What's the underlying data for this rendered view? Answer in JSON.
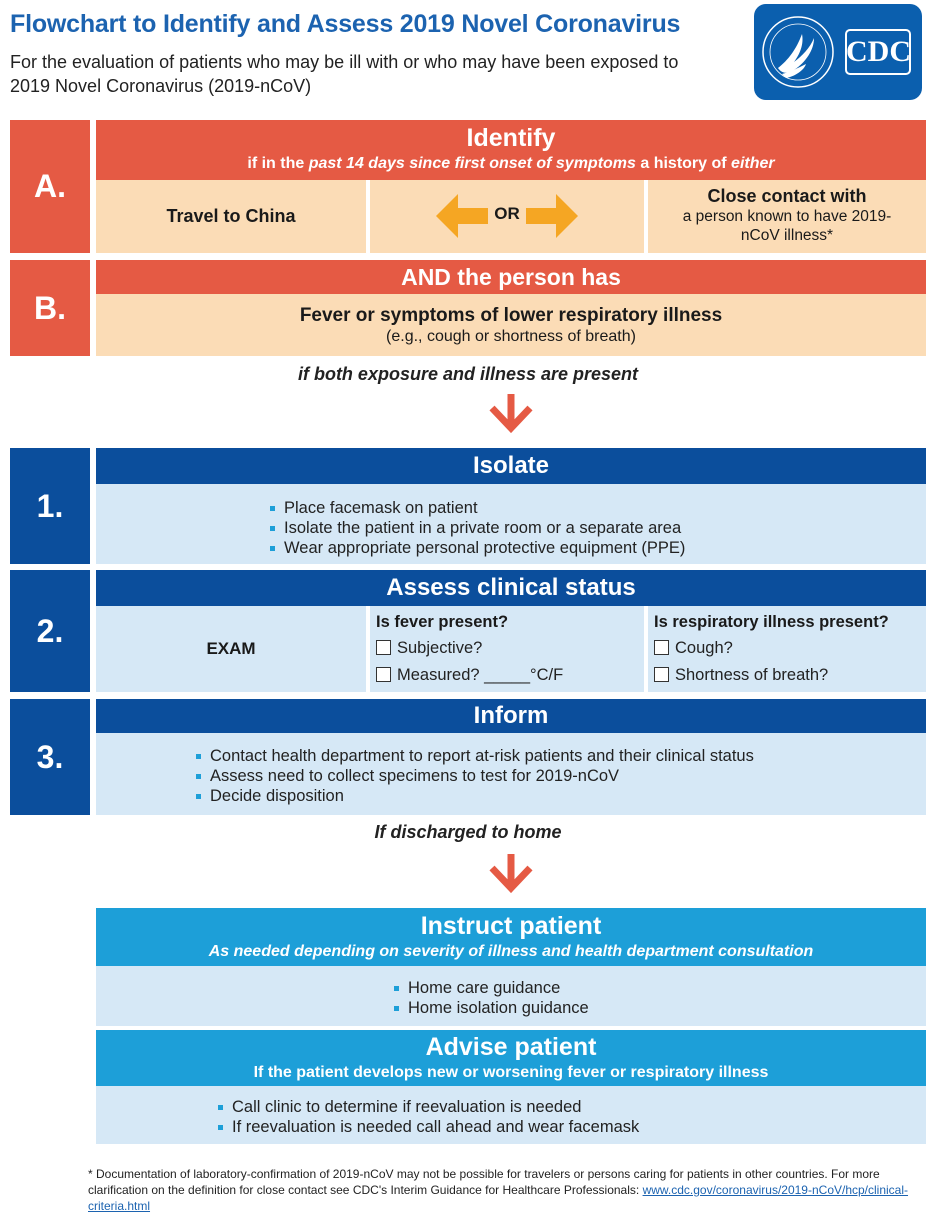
{
  "header": {
    "title": "Flowchart to Identify and Assess 2019 Novel Coronavirus",
    "subtitle": "For the evaluation of patients who may be ill with or who may have been exposed to 2019 Novel Coronavirus (2019-nCoV)",
    "logo_text": "CDC"
  },
  "step_a": {
    "letter": "A.",
    "title": "Identify",
    "sub_pre": "if in the ",
    "sub_em": "past 14 days since first onset of symptoms",
    "sub_mid": " a history of ",
    "sub_em2": "either",
    "left": "Travel to China",
    "or": "OR",
    "right_title": "Close contact with",
    "right_body": "a person known to have 2019-nCoV illness*"
  },
  "step_b": {
    "letter": "B.",
    "title": "AND the person has",
    "main": "Fever or symptoms of lower respiratory illness",
    "note": "(e.g., cough or shortness of breath)"
  },
  "connector_1": "if both exposure and illness are present",
  "step_1": {
    "number": "1.",
    "title": "Isolate",
    "items": [
      "Place facemask on patient",
      "Isolate the patient in a private room or a separate area",
      "Wear appropriate personal protective equipment (PPE)"
    ]
  },
  "step_2": {
    "number": "2.",
    "title": "Assess clinical status",
    "exam": "EXAM",
    "fever_q": "Is fever present?",
    "fever_opts": [
      "Subjective?",
      "Measured? _____°C/F"
    ],
    "resp_q": "Is respiratory illness present?",
    "resp_opts": [
      "Cough?",
      "Shortness of breath?"
    ]
  },
  "step_3": {
    "number": "3.",
    "title": "Inform",
    "items": [
      "Contact health department to report at-risk patients and their clinical status",
      "Assess need to collect specimens to test for 2019-nCoV",
      "Decide disposition"
    ]
  },
  "connector_2": "If discharged to home",
  "instruct": {
    "title": "Instruct patient",
    "sub": "As needed depending on severity of illness and health department consultation",
    "items": [
      "Home care guidance",
      "Home isolation guidance"
    ]
  },
  "advise": {
    "title": "Advise patient",
    "sub": "If the patient develops new or worsening fever or respiratory illness",
    "items": [
      "Call clinic to determine if reevaluation is needed",
      "If reevaluation is needed call ahead and wear facemask"
    ]
  },
  "footnote": {
    "text": "* Documentation of laboratory-confirmation of 2019-nCoV may not be possible for travelers or persons caring for patients in other countries. For more clarification on the definition for close contact see CDC's Interim Guidance for Healthcare Professionals: ",
    "link": "www.cdc.gov/coronavirus/2019-nCoV/hcp/clinical-criteria.html"
  },
  "colors": {
    "red": "#e55a44",
    "peach": "#fbdcb6",
    "navy": "#0b4e9c",
    "light_blue": "#d6e8f6",
    "cyan": "#1d9fd8",
    "orange_arrow": "#f5a623",
    "title_blue": "#1c63b0"
  }
}
